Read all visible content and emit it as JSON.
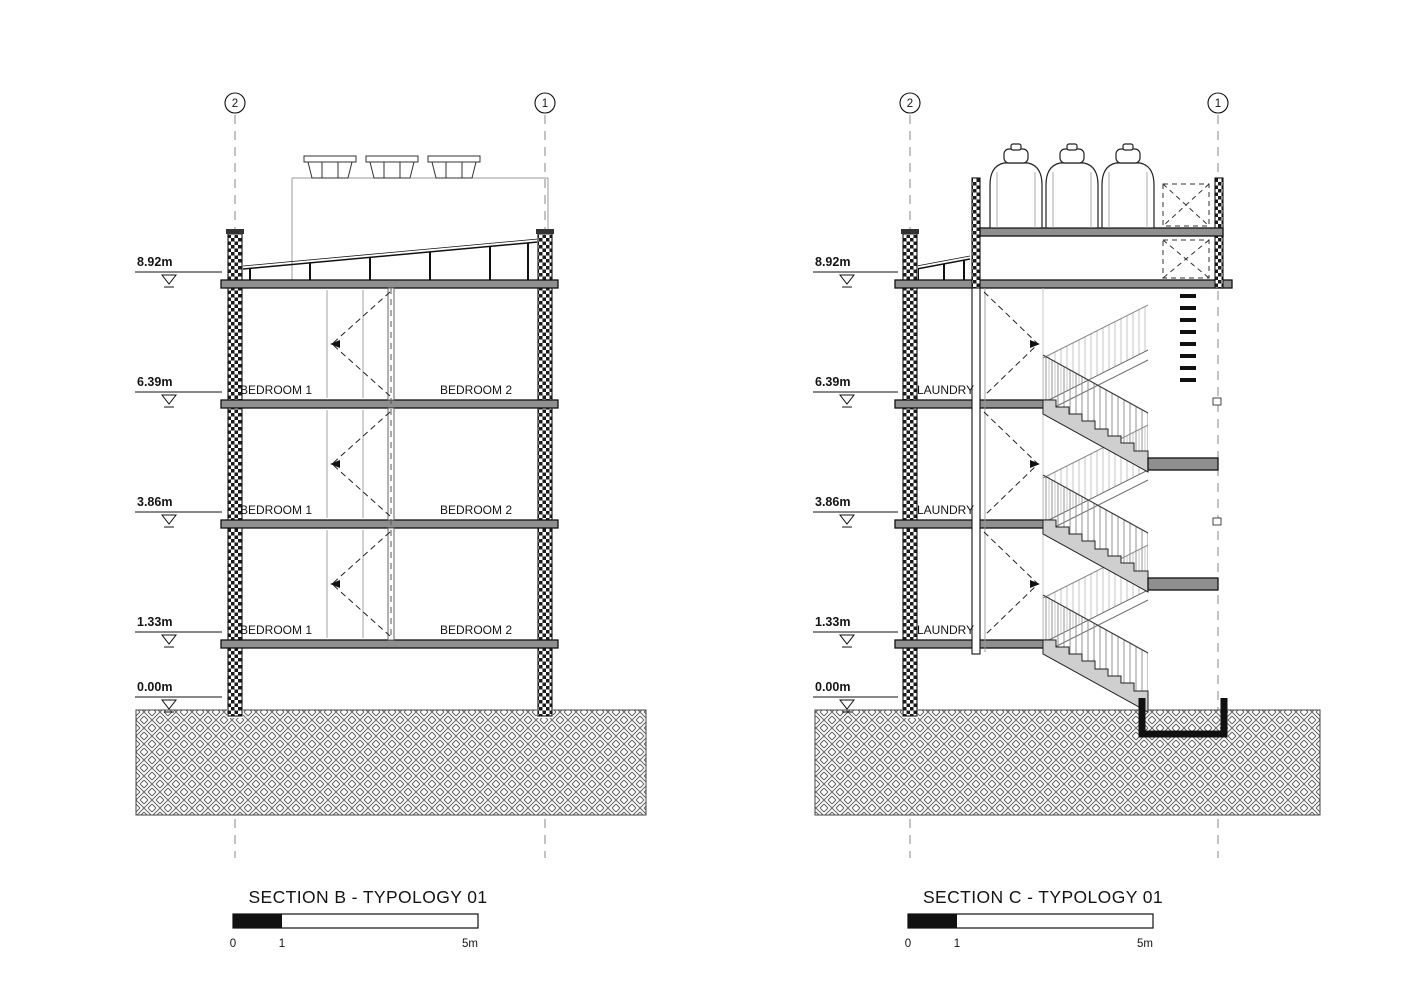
{
  "section_b": {
    "title": "SECTION B - TYPOLOGY 01",
    "grid_markers": {
      "left": "2",
      "right": "1"
    },
    "elevations": [
      "8.92m",
      "6.39m",
      "3.86m",
      "1.33m",
      "0.00m"
    ],
    "floors": [
      {
        "left_room": "BEDROOM 1",
        "right_room": "BEDROOM 2"
      },
      {
        "left_room": "BEDROOM 1",
        "right_room": "BEDROOM 2"
      },
      {
        "left_room": "BEDROOM 1",
        "right_room": "BEDROOM 2"
      }
    ],
    "scale_bar": {
      "start": "0",
      "mid": "1",
      "end": "5m"
    }
  },
  "section_c": {
    "title": "SECTION C - TYPOLOGY 01",
    "grid_markers": {
      "left": "2",
      "right": "1"
    },
    "elevations": [
      "8.92m",
      "6.39m",
      "3.86m",
      "1.33m",
      "0.00m"
    ],
    "floors": [
      {
        "room": "LAUNDRY"
      },
      {
        "room": "LAUNDRY"
      },
      {
        "room": "LAUNDRY"
      }
    ],
    "scale_bar": {
      "start": "0",
      "mid": "1",
      "end": "5m"
    }
  }
}
